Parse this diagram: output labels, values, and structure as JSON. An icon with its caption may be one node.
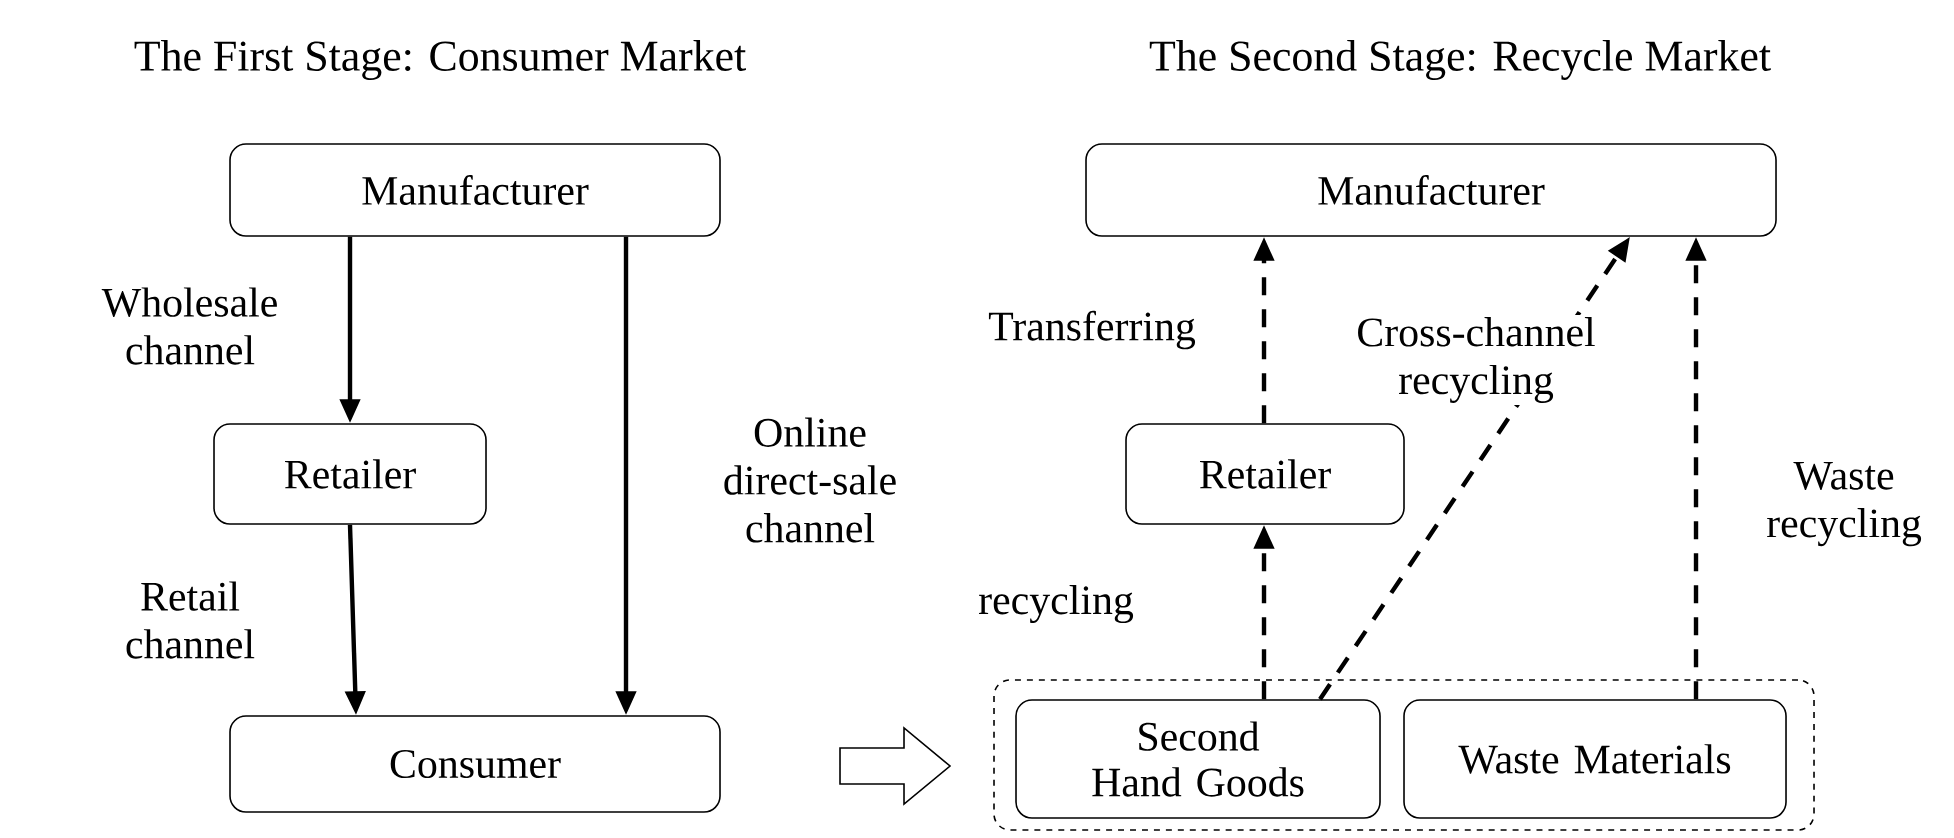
{
  "diagram": {
    "nodes": [
      {
        "text": [
          "Manufacturer"
        ]
      },
      {
        "text": [
          "Retailer"
        ]
      },
      {
        "text": [
          "Consumer"
        ]
      },
      {
        "text": [
          "Manufacturer"
        ]
      },
      {
        "text": [
          "Retailer"
        ]
      },
      {
        "text": [],
        "shape": "box"
      },
      {
        "text": [
          "Second Hand Goods"
        ],
        "in": 5
      },
      {
        "text": [
          "Waste Materials"
        ],
        "in": 5
      }
    ],
    "edges": [
      {
        "from": 0,
        "to": 1,
        "arrow": "to",
        "label": "Wholesale channel"
      },
      {
        "from": 1,
        "to": 2,
        "arrow": "to",
        "label": "Retail channel"
      },
      {
        "from": 0,
        "to": 2,
        "arrow": "to",
        "label": "Online direct-sale channel"
      },
      {
        "from": 4,
        "to": 3,
        "arrow": "to",
        "label": "Transferring",
        "style": "dashed"
      },
      {
        "from": 6,
        "to": 4,
        "arrow": "to",
        "label": "recycling",
        "style": "dashed"
      },
      {
        "from": 6,
        "to": 3,
        "arrow": "to",
        "label": "Cross-channel recycling",
        "style": "dashed"
      },
      {
        "from": 7,
        "to": 3,
        "arrow": "to",
        "label": "Waste recycling",
        "style": "dashed"
      }
    ],
    "labels": [
      "The First Stage: Consumer Market",
      "The Second Stage: Recycle Market"
    ]
  }
}
